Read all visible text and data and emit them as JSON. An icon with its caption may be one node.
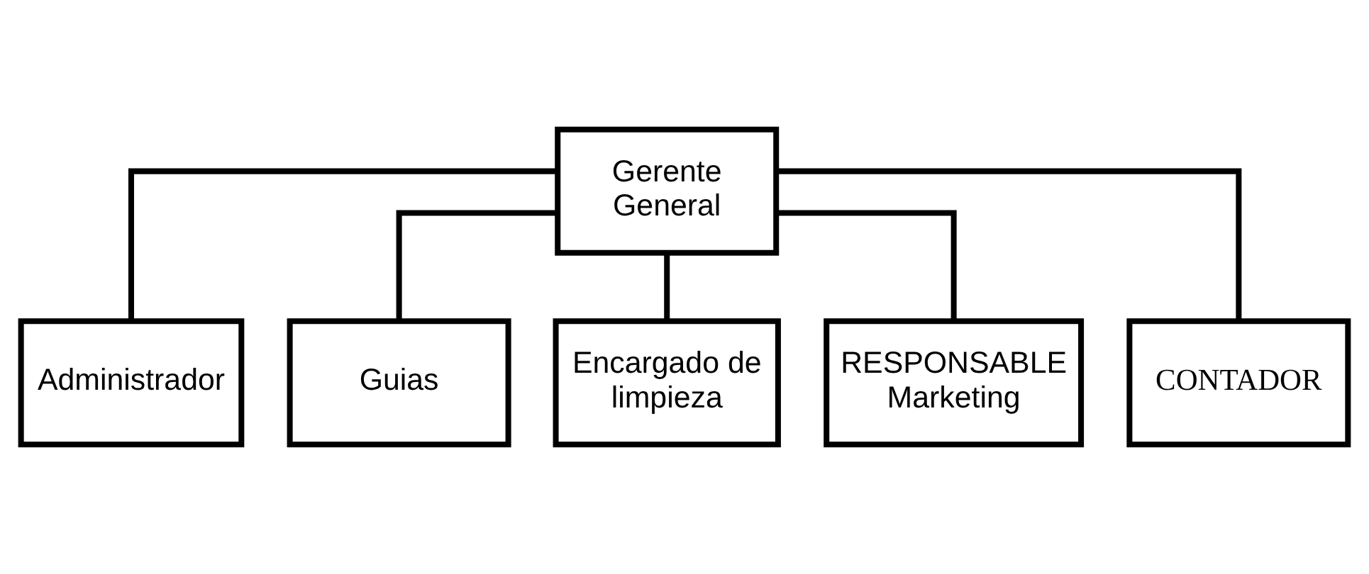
{
  "diagram": {
    "nodes": [
      {
        "text": [
          "Gerente General"
        ]
      },
      {
        "text": [
          "Administrador"
        ]
      },
      {
        "text": [
          "Guias"
        ]
      },
      {
        "text": [
          "Encargado de limpieza"
        ]
      },
      {
        "text": [
          "RESPONSABLE Marketing"
        ]
      },
      {
        "text": [
          "CONTADOR"
        ]
      }
    ],
    "edges": [
      {
        "from": 0,
        "to": 1,
        "arrow": "none"
      },
      {
        "from": 0,
        "to": 2,
        "arrow": "none"
      },
      {
        "from": 0,
        "to": 3,
        "arrow": "none"
      },
      {
        "from": 0,
        "to": 4,
        "arrow": "none"
      },
      {
        "from": 0,
        "to": 5,
        "arrow": "none"
      }
    ]
  }
}
